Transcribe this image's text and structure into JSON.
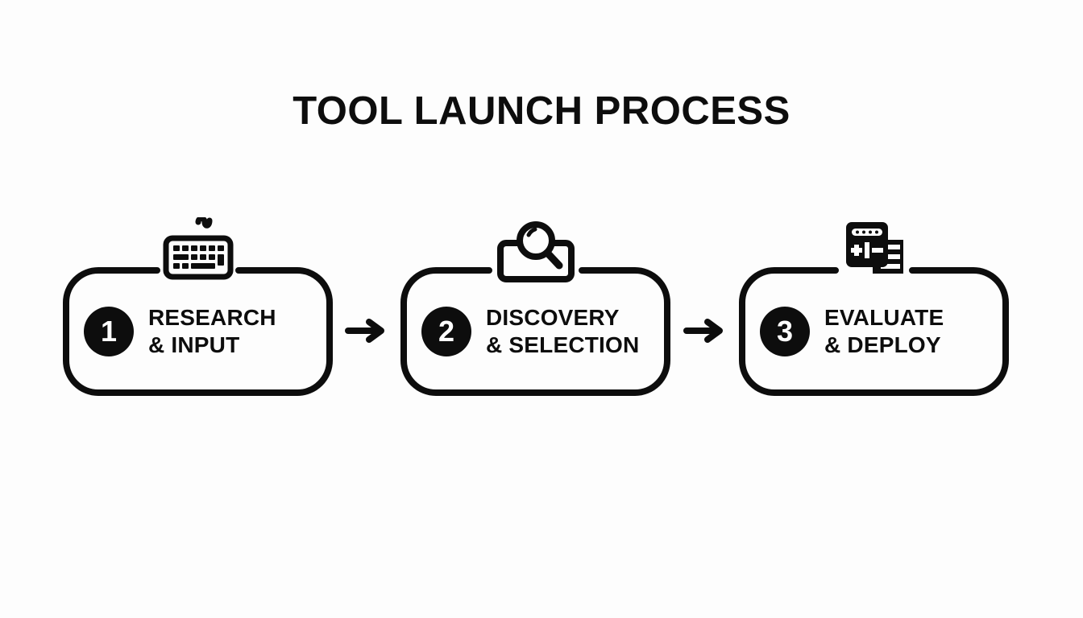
{
  "page": {
    "title": "TOOL LAUNCH PROCESS",
    "background_color": "#fdfdfd",
    "ink_color": "#0d0d0d"
  },
  "flow": {
    "arrow_1": "→",
    "arrow_2": "→",
    "steps": [
      {
        "number": "1",
        "icon": "keyboard-icon",
        "line1": "RESEARCH",
        "line2": "& INPUT"
      },
      {
        "number": "2",
        "icon": "search-magnifier-icon",
        "line1": "DISCOVERY",
        "line2": "& SELECTION"
      },
      {
        "number": "3",
        "icon": "server-document-icon",
        "line1": "EVALUATE",
        "line2": "& DEPLOY"
      }
    ]
  }
}
